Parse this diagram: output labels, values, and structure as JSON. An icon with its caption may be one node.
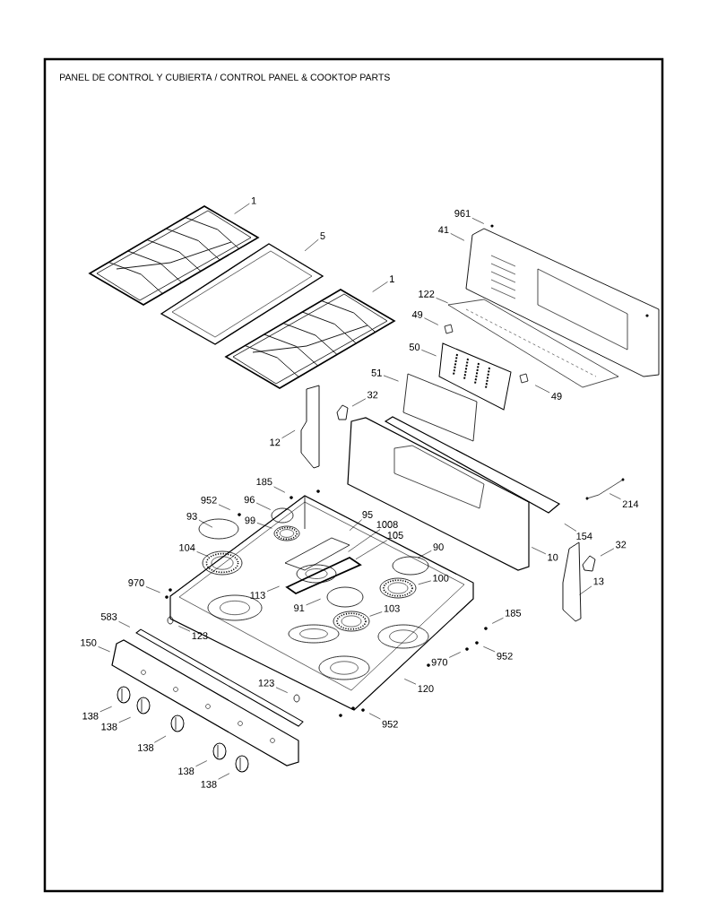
{
  "diagram": {
    "title": "PANEL DE CONTROL Y CUBIERTA / CONTROL PANEL & COOKTOP PARTS",
    "nodes": [
      {
        "text": [
          "1"
        ]
      },
      {
        "text": [
          "961"
        ]
      },
      {
        "text": [
          "41"
        ]
      },
      {
        "text": [
          "5"
        ]
      },
      {
        "text": [
          "1"
        ]
      },
      {
        "text": [
          "122"
        ]
      },
      {
        "text": [
          "49"
        ]
      },
      {
        "text": [
          "50"
        ]
      },
      {
        "text": [
          "51"
        ]
      },
      {
        "text": [
          "49"
        ]
      },
      {
        "text": [
          "32"
        ]
      },
      {
        "text": [
          "12"
        ]
      },
      {
        "text": [
          "185"
        ]
      },
      {
        "text": [
          "952"
        ]
      },
      {
        "text": [
          "96"
        ]
      },
      {
        "text": [
          "214"
        ]
      },
      {
        "text": [
          "93"
        ]
      },
      {
        "text": [
          "99"
        ]
      },
      {
        "text": [
          "95"
        ]
      },
      {
        "text": [
          "1008"
        ]
      },
      {
        "text": [
          "154"
        ]
      },
      {
        "text": [
          "105"
        ]
      },
      {
        "text": [
          "104"
        ]
      },
      {
        "text": [
          "90"
        ]
      },
      {
        "text": [
          "10"
        ]
      },
      {
        "text": [
          "32"
        ]
      },
      {
        "text": [
          "970"
        ]
      },
      {
        "text": [
          "100"
        ]
      },
      {
        "text": [
          "113"
        ]
      },
      {
        "text": [
          "13"
        ]
      },
      {
        "text": [
          "91"
        ]
      },
      {
        "text": [
          "103"
        ]
      },
      {
        "text": [
          "185"
        ]
      },
      {
        "text": [
          "583"
        ]
      },
      {
        "text": [
          "123"
        ]
      },
      {
        "text": [
          "150"
        ]
      },
      {
        "text": [
          "952"
        ]
      },
      {
        "text": [
          "970"
        ]
      },
      {
        "text": [
          "120"
        ]
      },
      {
        "text": [
          "123"
        ]
      },
      {
        "text": [
          "138"
        ]
      },
      {
        "text": [
          "138"
        ]
      },
      {
        "text": [
          "952"
        ]
      },
      {
        "text": [
          "138"
        ]
      },
      {
        "text": [
          "138"
        ]
      },
      {
        "text": [
          "138"
        ]
      }
    ],
    "edges": [
      {
        "from": 0,
        "to": null,
        "arrow": "none"
      },
      {
        "from": 1,
        "to": null,
        "arrow": "none"
      },
      {
        "from": 2,
        "to": null,
        "arrow": "none"
      },
      {
        "from": 3,
        "to": null,
        "arrow": "none"
      },
      {
        "from": 4,
        "to": null,
        "arrow": "none"
      },
      {
        "from": 5,
        "to": null,
        "arrow": "none"
      },
      {
        "from": 6,
        "to": null,
        "arrow": "none"
      },
      {
        "from": 7,
        "to": null,
        "arrow": "none"
      },
      {
        "from": 8,
        "to": null,
        "arrow": "none"
      },
      {
        "from": 9,
        "to": null,
        "arrow": "none"
      },
      {
        "from": 10,
        "to": null,
        "arrow": "none"
      },
      {
        "from": 11,
        "to": null,
        "arrow": "none"
      },
      {
        "from": 12,
        "to": null,
        "arrow": "none"
      },
      {
        "from": 13,
        "to": null,
        "arrow": "none"
      },
      {
        "from": 14,
        "to": null,
        "arrow": "none"
      },
      {
        "from": 15,
        "to": null,
        "arrow": "none"
      },
      {
        "from": 16,
        "to": null,
        "arrow": "none"
      },
      {
        "from": 17,
        "to": null,
        "arrow": "none"
      },
      {
        "from": 18,
        "to": null,
        "arrow": "none"
      },
      {
        "from": 19,
        "to": null,
        "arrow": "none"
      },
      {
        "from": 20,
        "to": null,
        "arrow": "none"
      },
      {
        "from": 21,
        "to": null,
        "arrow": "none"
      },
      {
        "from": 22,
        "to": null,
        "arrow": "none"
      },
      {
        "from": 23,
        "to": null,
        "arrow": "none"
      },
      {
        "from": 24,
        "to": null,
        "arrow": "none"
      },
      {
        "from": 25,
        "to": null,
        "arrow": "none"
      },
      {
        "from": 26,
        "to": null,
        "arrow": "none"
      },
      {
        "from": 27,
        "to": null,
        "arrow": "none"
      },
      {
        "from": 28,
        "to": null,
        "arrow": "none"
      },
      {
        "from": 29,
        "to": null,
        "arrow": "none"
      },
      {
        "from": 30,
        "to": null,
        "arrow": "none"
      },
      {
        "from": 31,
        "to": null,
        "arrow": "none"
      },
      {
        "from": 32,
        "to": null,
        "arrow": "none"
      },
      {
        "from": 33,
        "to": null,
        "arrow": "none"
      },
      {
        "from": 34,
        "to": null,
        "arrow": "none"
      },
      {
        "from": 35,
        "to": null,
        "arrow": "none"
      },
      {
        "from": 36,
        "to": null,
        "arrow": "none"
      },
      {
        "from": 37,
        "to": null,
        "arrow": "none"
      },
      {
        "from": 38,
        "to": null,
        "arrow": "none"
      },
      {
        "from": 39,
        "to": null,
        "arrow": "none"
      },
      {
        "from": 40,
        "to": null,
        "arrow": "none"
      },
      {
        "from": 41,
        "to": null,
        "arrow": "none"
      },
      {
        "from": 42,
        "to": null,
        "arrow": "none"
      },
      {
        "from": 43,
        "to": null,
        "arrow": "none"
      },
      {
        "from": 44,
        "to": null,
        "arrow": "none"
      },
      {
        "from": 45,
        "to": null,
        "arrow": "none"
      }
    ]
  }
}
